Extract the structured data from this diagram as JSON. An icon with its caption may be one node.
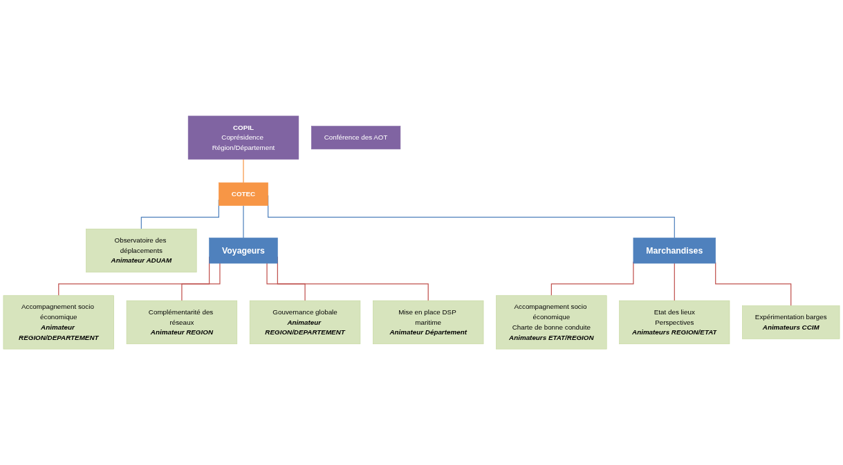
{
  "diagram": {
    "nodes": [
      {
        "text": [
          "COPIL",
          "Coprésidence Région/Département"
        ]
      },
      {
        "text": [
          "Conférence des AOT"
        ]
      },
      {
        "text": [
          "COTEC"
        ]
      },
      {
        "text": [
          "Observatoire des déplacements",
          "Animateur ADUAM"
        ]
      },
      {
        "text": [
          "Voyageurs"
        ]
      },
      {
        "text": [
          "Marchandises"
        ]
      },
      {
        "text": [
          "Accompagnement socio économique",
          "Animateur REGION/DEPARTEMENT"
        ]
      },
      {
        "text": [
          "Complémentarité des réseaux",
          "Animateur REGION"
        ]
      },
      {
        "text": [
          "Gouvernance globale",
          "Animateur REGION/DEPARTEMENT"
        ]
      },
      {
        "text": [
          "Mise en place DSP maritime",
          "Animateur Département"
        ]
      },
      {
        "text": [
          "Accompagnement socio économique",
          "Charte de bonne conduite",
          "Animateurs ETAT/REGION"
        ]
      },
      {
        "text": [
          "Etat des lieux",
          "Perspectives",
          "Animateurs REGION/ETAT"
        ]
      },
      {
        "text": [
          "Expérimentation barges",
          "Animateurs CCIM"
        ]
      }
    ],
    "edges": [
      {
        "from": 0,
        "to": 2,
        "arrow": "none",
        "color": "#f79646"
      },
      {
        "from": 2,
        "to": 3,
        "arrow": "none",
        "color": "#4f81bd"
      },
      {
        "from": 2,
        "to": 4,
        "arrow": "none",
        "color": "#4f81bd"
      },
      {
        "from": 2,
        "to": 5,
        "arrow": "none",
        "color": "#4f81bd"
      },
      {
        "from": 4,
        "to": 6,
        "arrow": "none"
      },
      {
        "from": 4,
        "to": 7,
        "arrow": "none"
      },
      {
        "from": 4,
        "to": 8,
        "arrow": "none"
      },
      {
        "from": 4,
        "to": 9,
        "arrow": "none"
      },
      {
        "from": 5,
        "to": 10,
        "arrow": "none"
      },
      {
        "from": 5,
        "to": 11,
        "arrow": "none"
      },
      {
        "from": 5,
        "to": 12,
        "arrow": "none"
      }
    ]
  }
}
